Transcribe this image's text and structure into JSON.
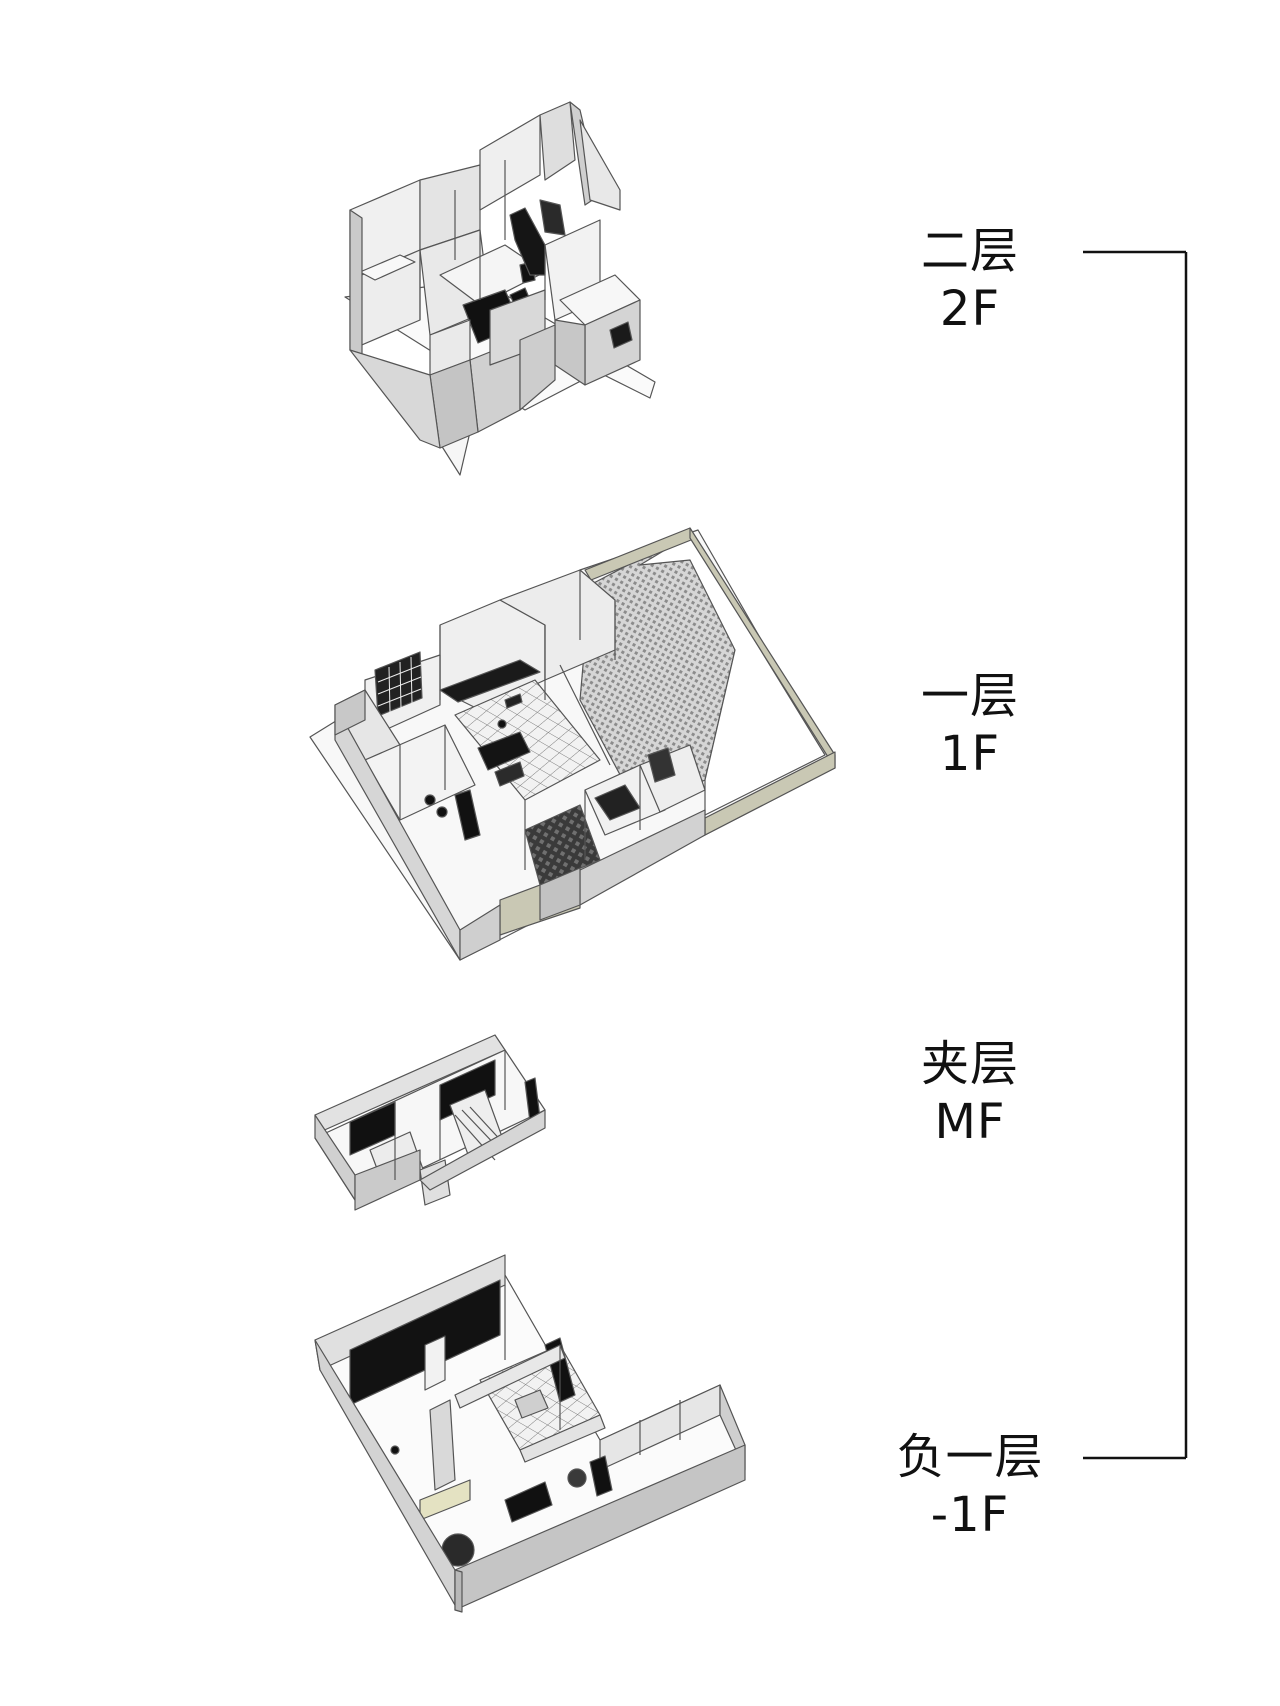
{
  "floors": [
    {
      "id": "2f",
      "name_cn": "二层",
      "name_en": "2F"
    },
    {
      "id": "1f",
      "name_cn": "一层",
      "name_en": "1F"
    },
    {
      "id": "mf",
      "name_cn": "夹层",
      "name_en": "MF"
    },
    {
      "id": "b1",
      "name_cn": "负一层",
      "name_en": "-1F"
    }
  ],
  "colors": {
    "wall_top": "#f4f4f4",
    "wall_side": "#d3d3d3",
    "wall_dark": "#b8b8b8",
    "stroke": "#555555",
    "furniture": "#111111",
    "terrace_wall": "#c9c8b4",
    "paving": "#9a9a9a",
    "line": "#111111"
  }
}
